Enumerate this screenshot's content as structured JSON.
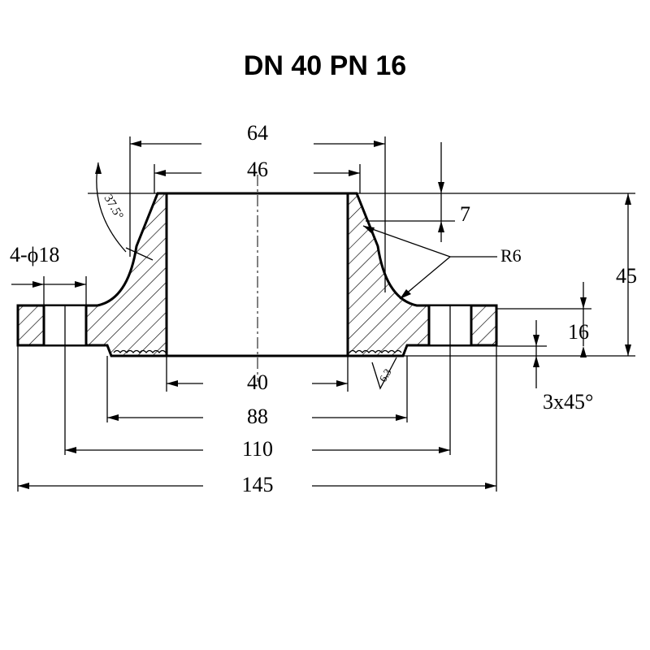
{
  "title": "DN 40 PN 16",
  "dimensions": {
    "d64": "64",
    "d46": "46",
    "d7": "7",
    "r6": "R6",
    "d45": "45",
    "d16": "16",
    "bolt_holes": "4-ϕ18",
    "d40": "40",
    "d88": "88",
    "d110": "110",
    "d145": "145",
    "chamfer": "3x45°",
    "angle": "37.5°",
    "roughness": "6.3"
  }
}
